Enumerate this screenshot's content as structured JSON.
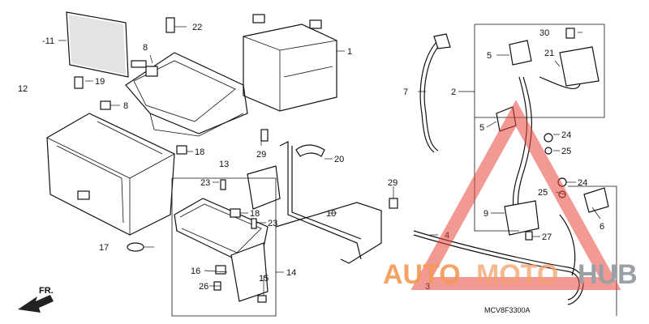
{
  "diagram": {
    "callouts": {
      "c1": "1",
      "c2": "2",
      "c3": "3",
      "c4": "4",
      "c5": "5",
      "c6": "6",
      "c7": "7",
      "c8a": "8",
      "c8b": "8",
      "c9": "9",
      "c10": "10",
      "c11": "-11",
      "c12": "12",
      "c13": "13",
      "c14": "14",
      "c15": "15",
      "c16": "16",
      "c17": "17",
      "c18a": "18",
      "c18b": "18",
      "c19": "19",
      "c20": "20",
      "c21": "21",
      "c22": "22",
      "c23a": "23",
      "c23b": "23",
      "c24a": "24",
      "c24b": "24",
      "c25a": "25",
      "c25b": "25",
      "c26": "26",
      "c27": "27",
      "c29a": "29",
      "c29b": "29",
      "c30": "30"
    },
    "front_arrow_label": "FR.",
    "drawing_code": "MCV8F3300A"
  },
  "watermark": {
    "part1": "AUTO",
    "part2": "MOTO",
    "part3": "HUB",
    "color_accent": "#e8453c",
    "color_orange": "#f39a55",
    "color_gray": "#9aa0a6"
  }
}
